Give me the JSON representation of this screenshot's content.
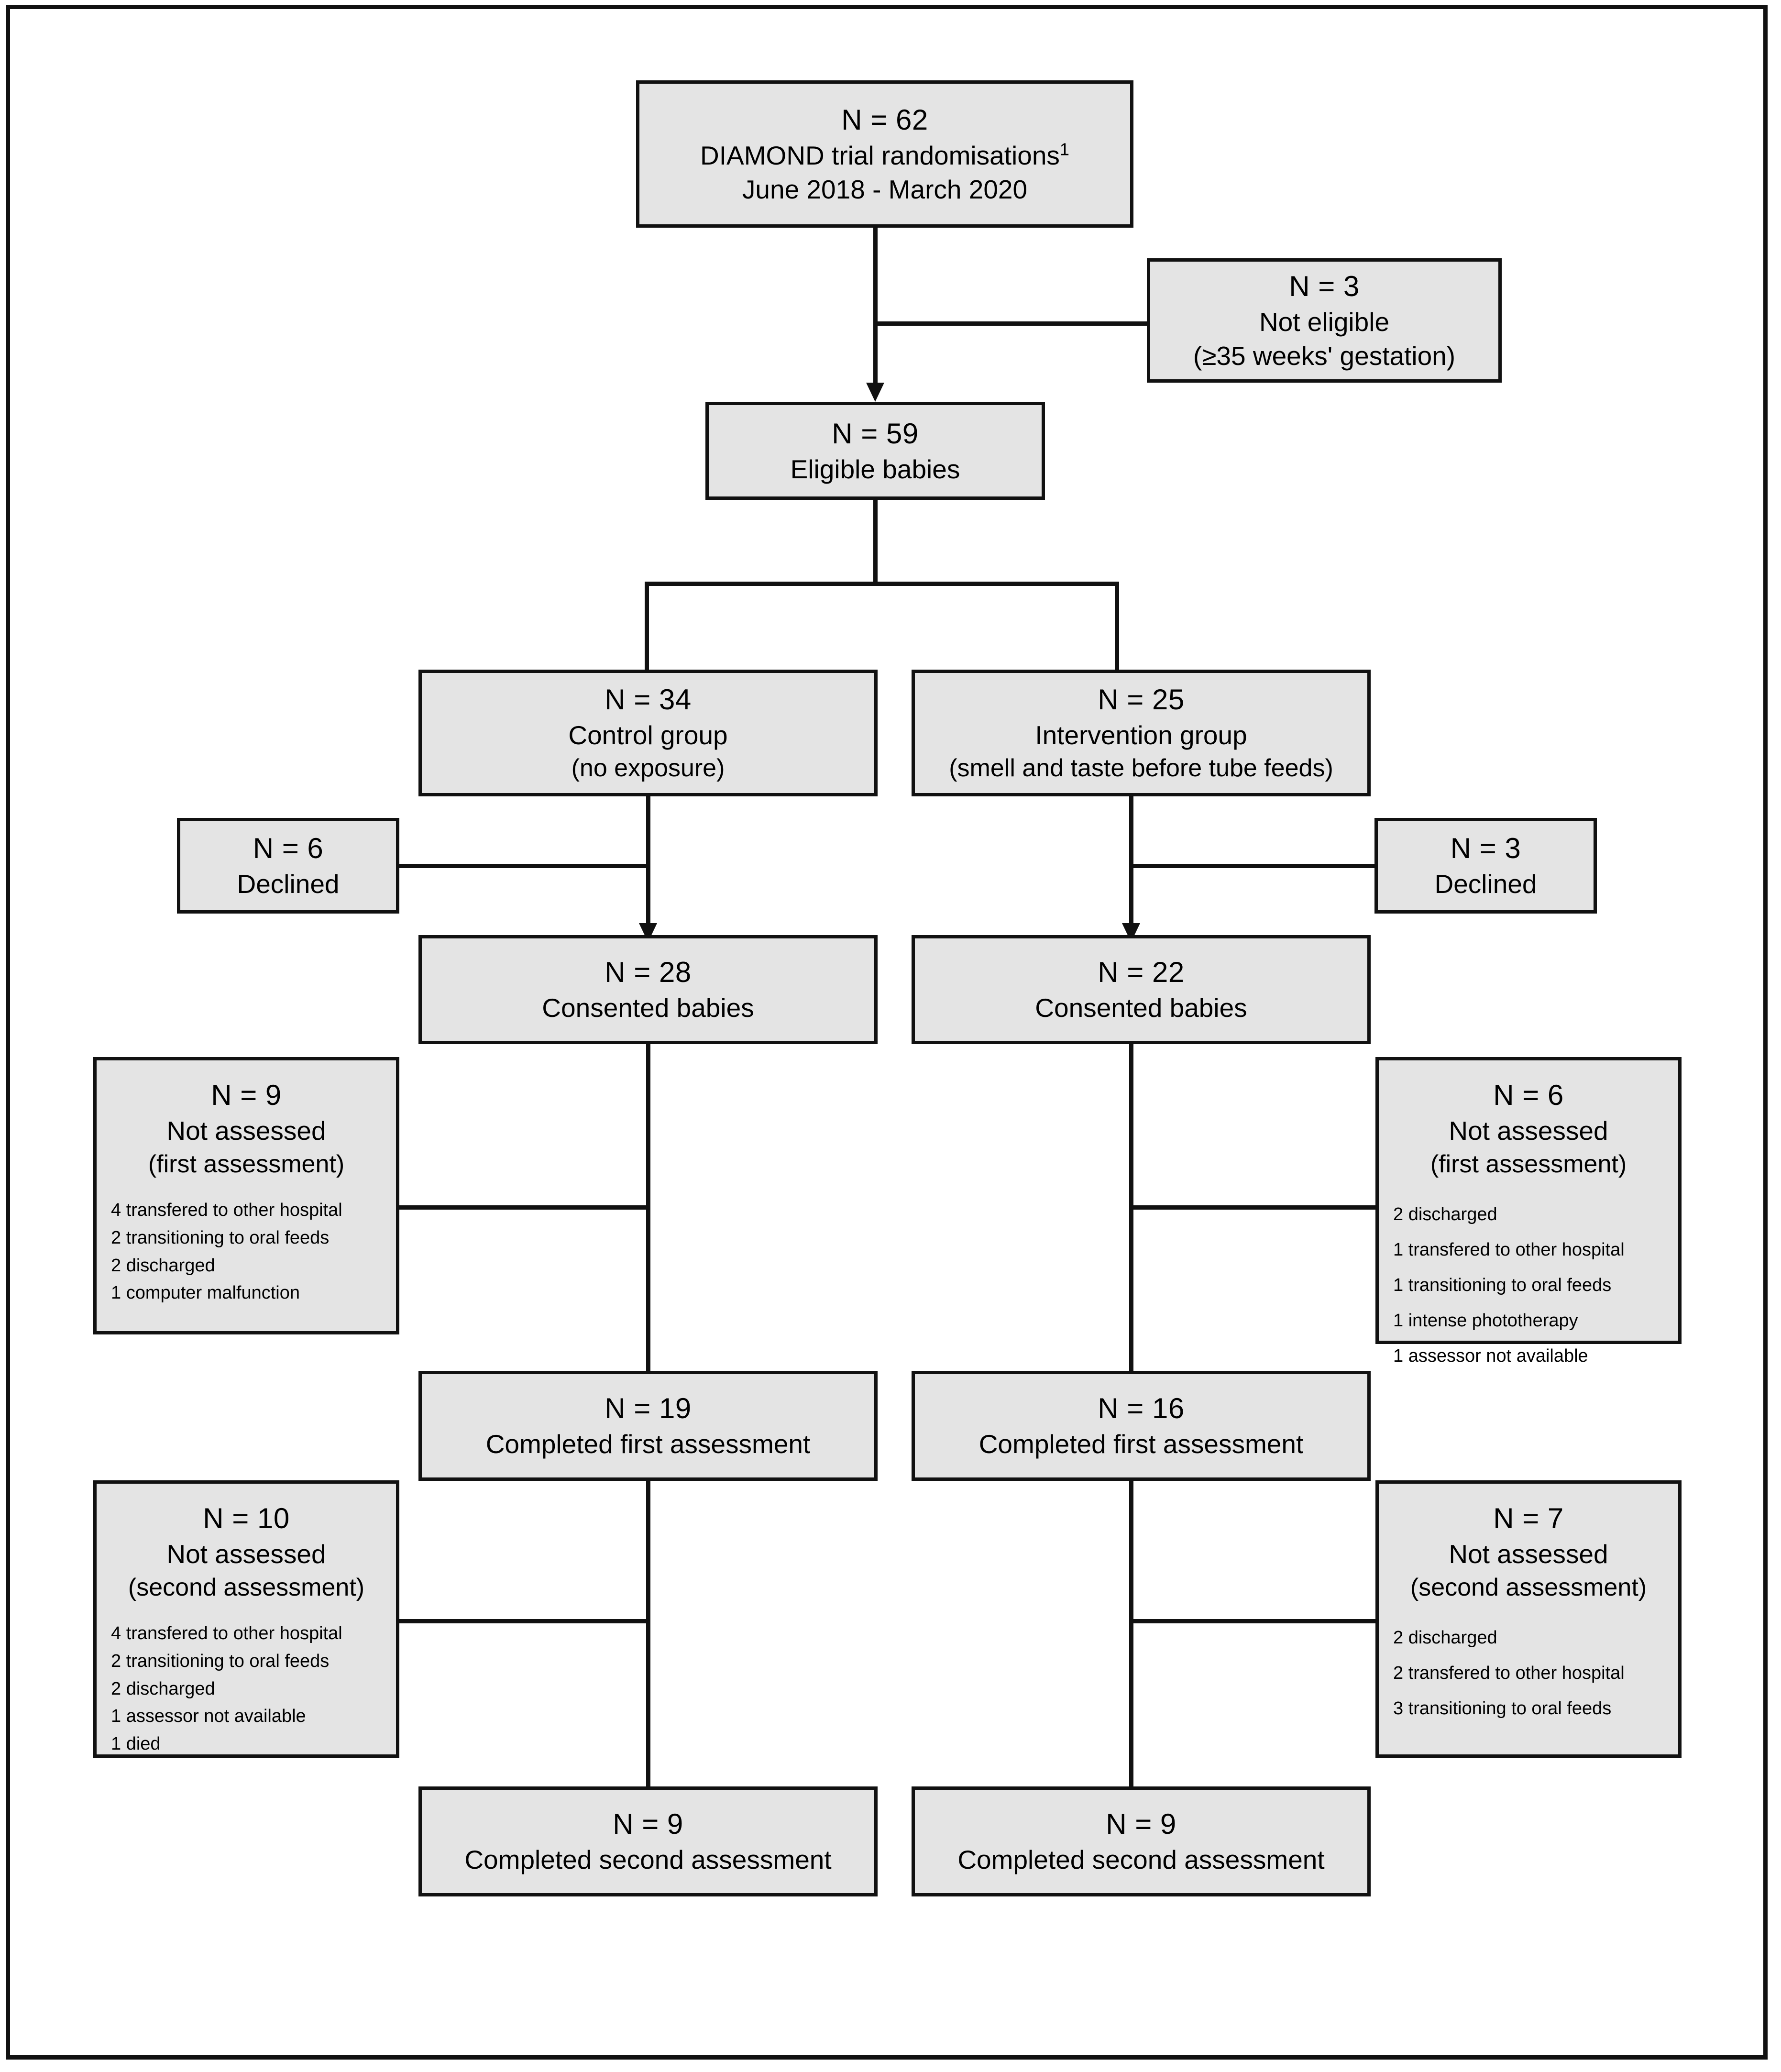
{
  "diagram": {
    "type": "consort-flow-diagram",
    "title": "DIAMOND trial participant flow",
    "box_fill": "#e4e4e4",
    "border_color": "#111111",
    "nodes": {
      "randomised": {
        "n": "N = 62",
        "line2": "DIAMOND trial randomisations",
        "footnote_marker": "1",
        "line3": "June 2018 - March 2020"
      },
      "not_eligible": {
        "n": "N = 3",
        "line2": "Not eligible",
        "line3": "(≥35 weeks' gestation)"
      },
      "eligible": {
        "n": "N = 59",
        "line2": "Eligible babies"
      },
      "control_group": {
        "n": "N = 34",
        "line2": "Control group",
        "line3": "(no exposure)"
      },
      "intervention_group": {
        "n": "N = 25",
        "line2": "Intervention group",
        "line3": "(smell and taste before tube feeds)"
      },
      "control_declined": {
        "n": "N = 6",
        "line2": "Declined"
      },
      "intervention_declined": {
        "n": "N = 3",
        "line2": "Declined"
      },
      "control_consented": {
        "n": "N = 28",
        "line2": "Consented babies"
      },
      "intervention_consented": {
        "n": "N = 22",
        "line2": "Consented babies"
      },
      "control_not_assessed_first": {
        "n": "N = 9",
        "line2": "Not assessed",
        "line3": "(first assessment)",
        "reasons": [
          "4 transfered to other hospital",
          "2  transitioning to oral feeds",
          "2 discharged",
          "1 computer malfunction"
        ]
      },
      "intervention_not_assessed_first": {
        "n": "N = 6",
        "line2": "Not assessed",
        "line3": "(first assessment)",
        "reasons": [
          "2 discharged",
          "1 transfered to other hospital",
          "1 transitioning to oral feeds",
          "1 intense phototherapy",
          "1 assessor not available"
        ]
      },
      "control_completed_first": {
        "n": "N = 19",
        "line2": "Completed first assessment"
      },
      "intervention_completed_first": {
        "n": "N = 16",
        "line2": "Completed first assessment"
      },
      "control_not_assessed_second": {
        "n": "N = 10",
        "line2": "Not assessed",
        "line3": "(second assessment)",
        "reasons": [
          "4 transfered to other hospital",
          "2  transitioning to oral feeds",
          "2 discharged",
          "1 assessor not available",
          "1 died"
        ]
      },
      "intervention_not_assessed_second": {
        "n": "N = 7",
        "line2": "Not assessed",
        "line3": "(second assessment)",
        "reasons": [
          "2 discharged",
          "2 transfered to other hospital",
          "3 transitioning to oral feeds"
        ]
      },
      "control_completed_second": {
        "n": "N = 9",
        "line2": "Completed second assessment"
      },
      "intervention_completed_second": {
        "n": "N = 9",
        "line2": "Completed second assessment"
      }
    }
  }
}
